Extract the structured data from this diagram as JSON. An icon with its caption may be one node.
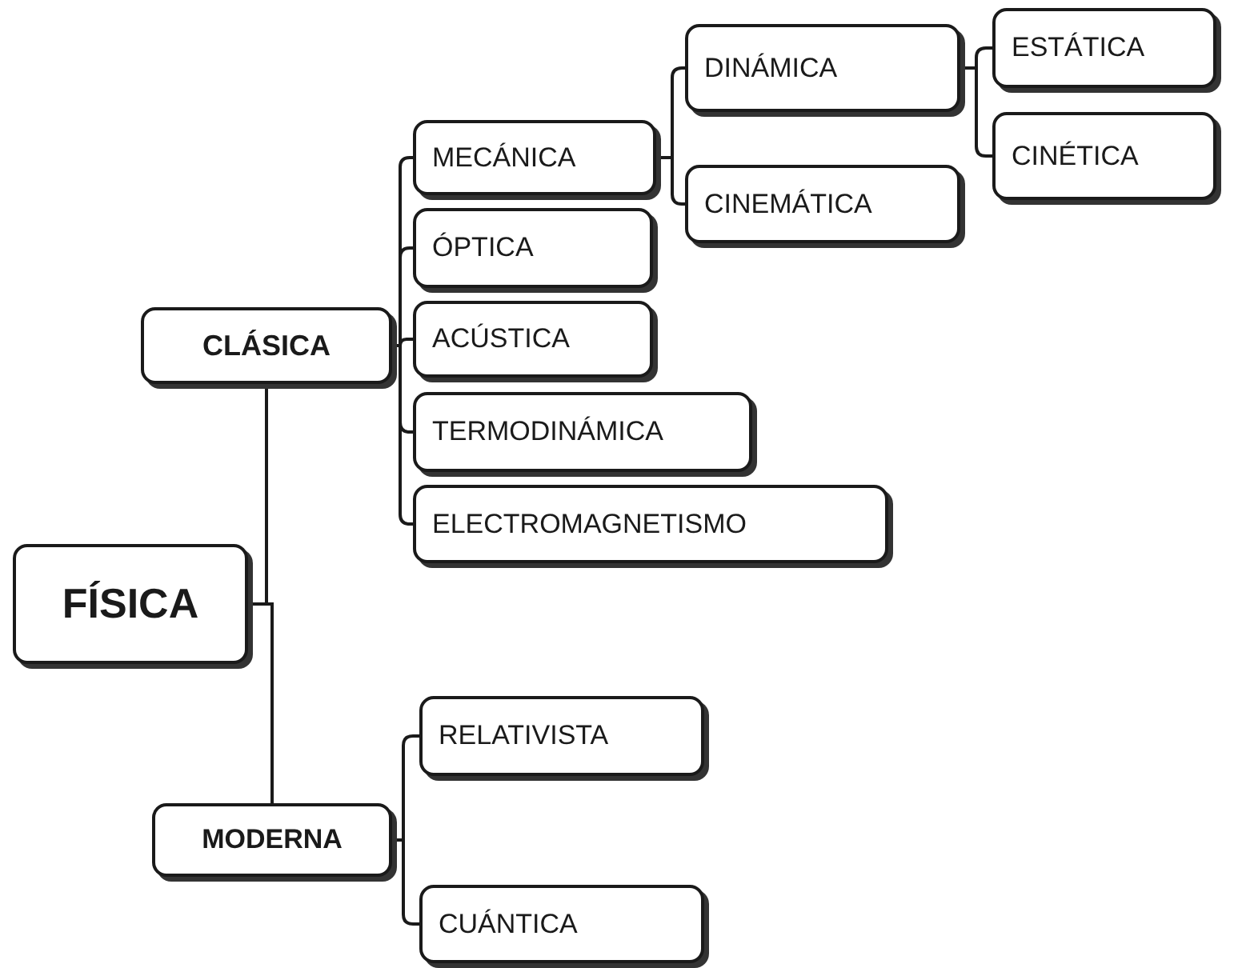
{
  "diagram": {
    "nodes": [
      {
        "text": [
          "FÍSICA"
        ]
      },
      {
        "text": [
          "CLÁSICA"
        ]
      },
      {
        "text": [
          "MODERNA"
        ]
      },
      {
        "text": [
          "MECÁNICA"
        ]
      },
      {
        "text": [
          "ÓPTICA"
        ]
      },
      {
        "text": [
          "ACÚSTICA"
        ]
      },
      {
        "text": [
          "TERMODINÁMICA"
        ]
      },
      {
        "text": [
          "ELECTROMAGNETISMO"
        ]
      },
      {
        "text": [
          "DINÁMICA"
        ]
      },
      {
        "text": [
          "CINEMÁTICA"
        ]
      },
      {
        "text": [
          "ESTÁTICA"
        ]
      },
      {
        "text": [
          "CINÉTICA"
        ]
      },
      {
        "text": [
          "RELATIVISTA"
        ]
      },
      {
        "text": [
          "CUÁNTICA"
        ]
      }
    ],
    "edges": [
      {
        "from": 0,
        "to": 1,
        "arrow": "none"
      },
      {
        "from": 0,
        "to": 2,
        "arrow": "none"
      },
      {
        "from": 1,
        "to": 3,
        "arrow": "none"
      },
      {
        "from": 1,
        "to": 4,
        "arrow": "none"
      },
      {
        "from": 1,
        "to": 5,
        "arrow": "none"
      },
      {
        "from": 1,
        "to": 6,
        "arrow": "none"
      },
      {
        "from": 1,
        "to": 7,
        "arrow": "none"
      },
      {
        "from": 3,
        "to": 8,
        "arrow": "none"
      },
      {
        "from": 3,
        "to": 9,
        "arrow": "none"
      },
      {
        "from": 8,
        "to": 10,
        "arrow": "none"
      },
      {
        "from": 8,
        "to": 11,
        "arrow": "none"
      },
      {
        "from": 2,
        "to": 12,
        "arrow": "none"
      },
      {
        "from": 2,
        "to": 13,
        "arrow": "none"
      }
    ]
  }
}
